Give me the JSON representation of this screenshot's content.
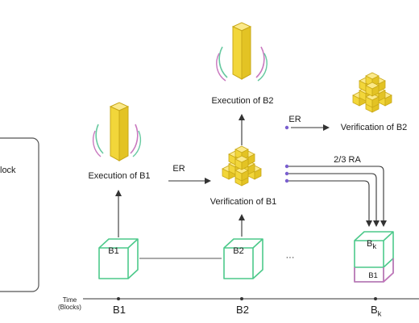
{
  "left_panel": {
    "text": "lock"
  },
  "nodes": {
    "exec_b1": "Execution of B1",
    "exec_b2": "Execution of B2",
    "verif_b1": "Verification of B1",
    "verif_b2": "Verification of B2"
  },
  "edges": {
    "er_1": "ER",
    "er_2": "ER",
    "ra": "2/3 RA",
    "dots": "···"
  },
  "blocks": {
    "b1": "B1",
    "b2": "B2",
    "bk_top": "B",
    "bk_top_sub": "k",
    "bk_bottom": "B1"
  },
  "timeline": {
    "axis_label_1": "Time",
    "axis_label_2": "(Blocks)",
    "ticks": [
      {
        "label": "B1",
        "sub": ""
      },
      {
        "label": "B2",
        "sub": ""
      },
      {
        "label": "B",
        "sub": "k"
      }
    ]
  },
  "colors": {
    "block_green": "#4cc98a",
    "block_pink": "#c86fbd",
    "cube_yellow": "#f2d63a",
    "cube_stroke": "#c9a818",
    "arrow": "#333333",
    "ra_purple": "#7a5fcf",
    "pillar_swirl_green": "#66c9a0",
    "pillar_swirl_pink": "#c978bf"
  }
}
